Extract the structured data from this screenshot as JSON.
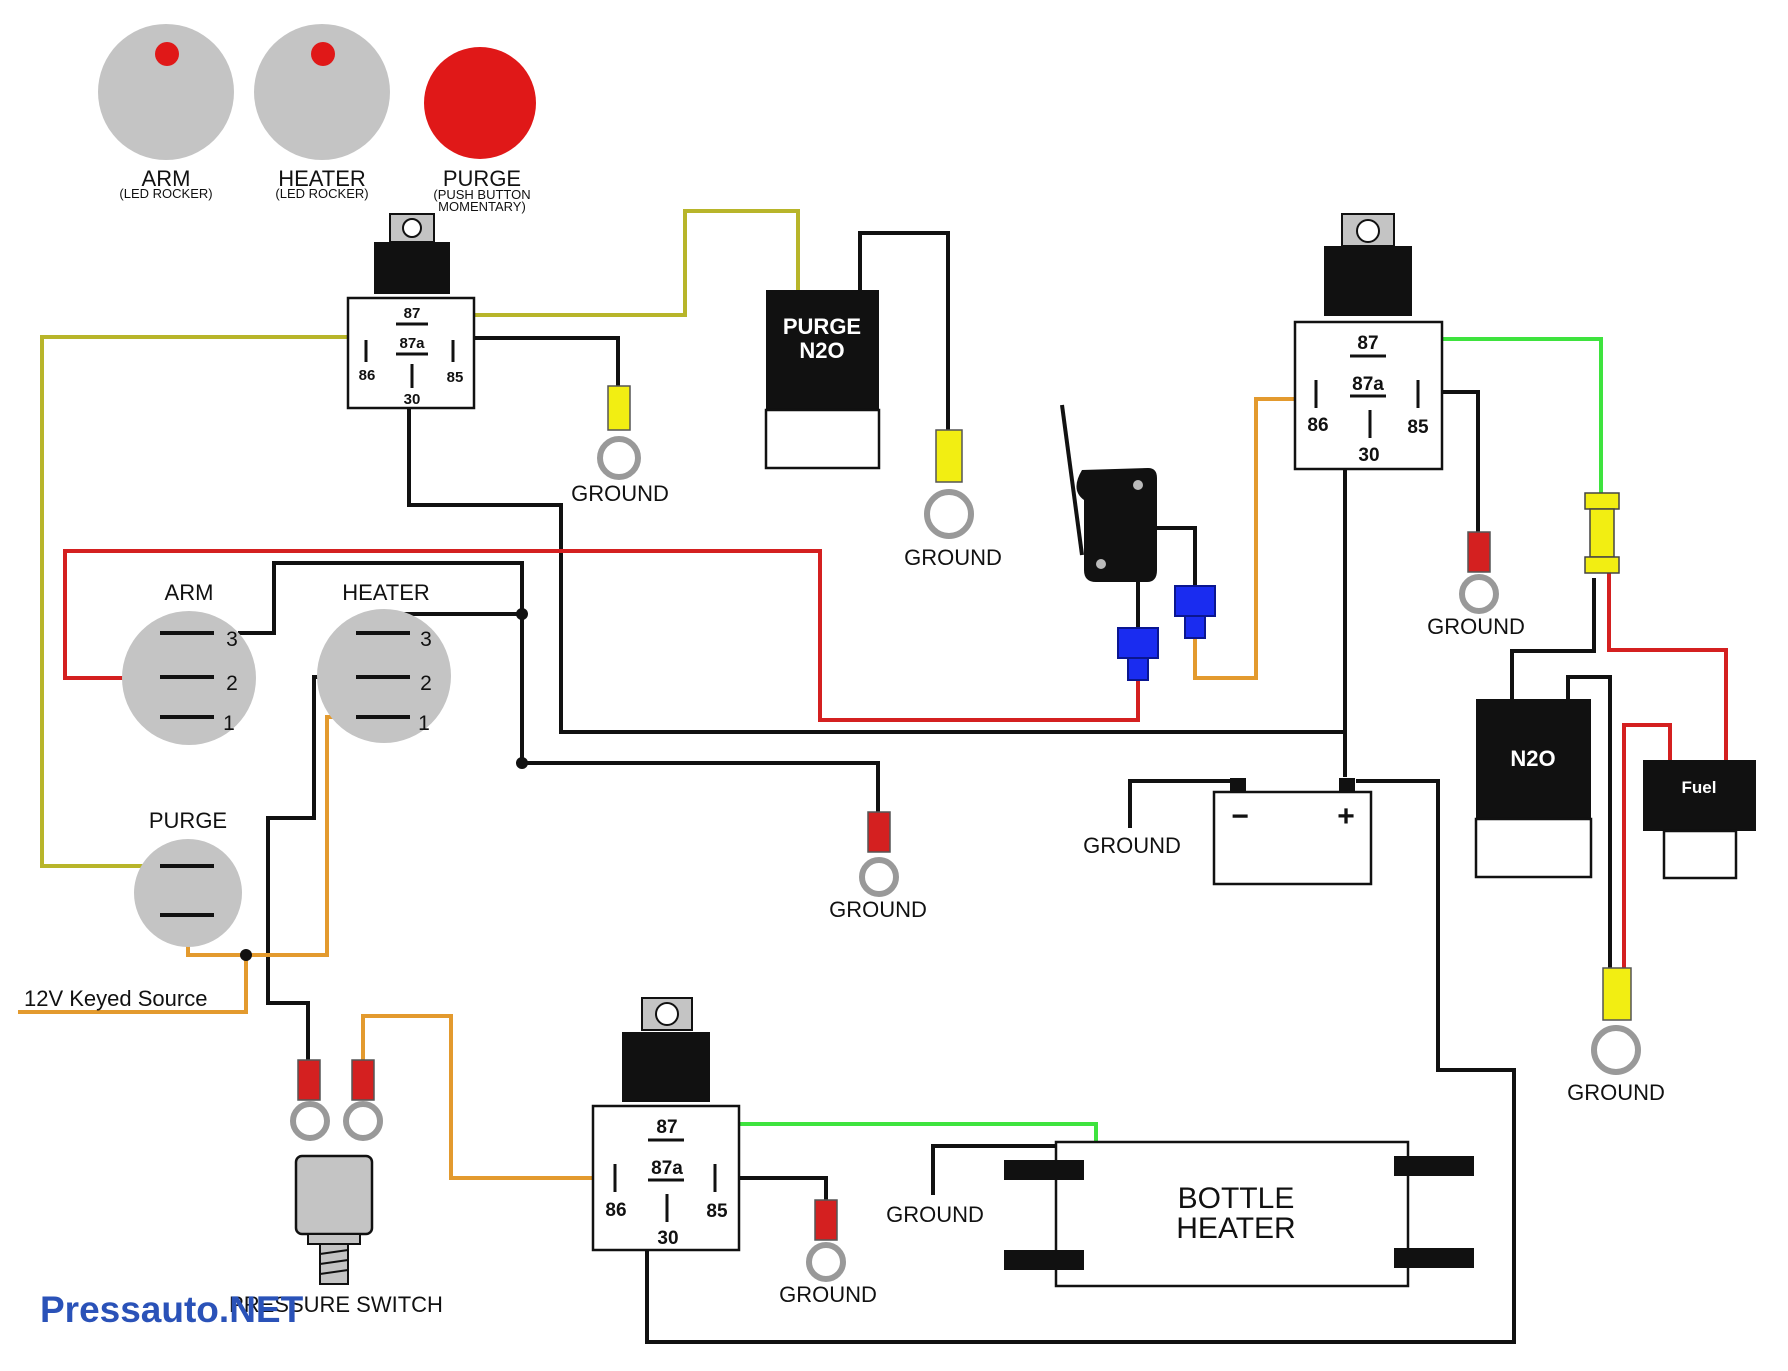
{
  "colors": {
    "wire_black": "#111111",
    "wire_red": "#d42020",
    "wire_orange": "#e39a2e",
    "wire_olive": "#b8b52a",
    "wire_green": "#3ee33e",
    "wire_blue_terminal": "#1a2cf0",
    "terminal_yellow": "#f2ee12",
    "terminal_red": "#d42020",
    "led_red": "#e01818",
    "body_gray": "#c4c4c4"
  },
  "panel_buttons": [
    {
      "label": "ARM",
      "sub": "(LED ROCKER)",
      "sub2": ""
    },
    {
      "label": "HEATER",
      "sub": "(LED ROCKER)",
      "sub2": ""
    },
    {
      "label": "PURGE",
      "sub": "(PUSH BUTTON",
      "sub2": "MOMENTARY)"
    }
  ],
  "relay_pins": {
    "p87": "87",
    "p87a": "87a",
    "p86": "86",
    "p85": "85",
    "p30": "30"
  },
  "switches": {
    "arm": "ARM",
    "heater": "HEATER",
    "purge": "PURGE",
    "pin3": "3",
    "pin2": "2",
    "pin1": "1"
  },
  "labels": {
    "ground": "GROUND",
    "purge_n2o_line1": "PURGE",
    "purge_n2o_line2": "N2O",
    "n2o": "N2O",
    "fuel": "Fuel",
    "bottle_heater_line1": "BOTTLE",
    "bottle_heater_line2": "HEATER",
    "keyed_source": "12V Keyed Source",
    "pressure_switch": "PRESSURE SWITCH",
    "battery_minus": "−",
    "battery_plus": "+",
    "watermark": "Pressauto.NET"
  }
}
